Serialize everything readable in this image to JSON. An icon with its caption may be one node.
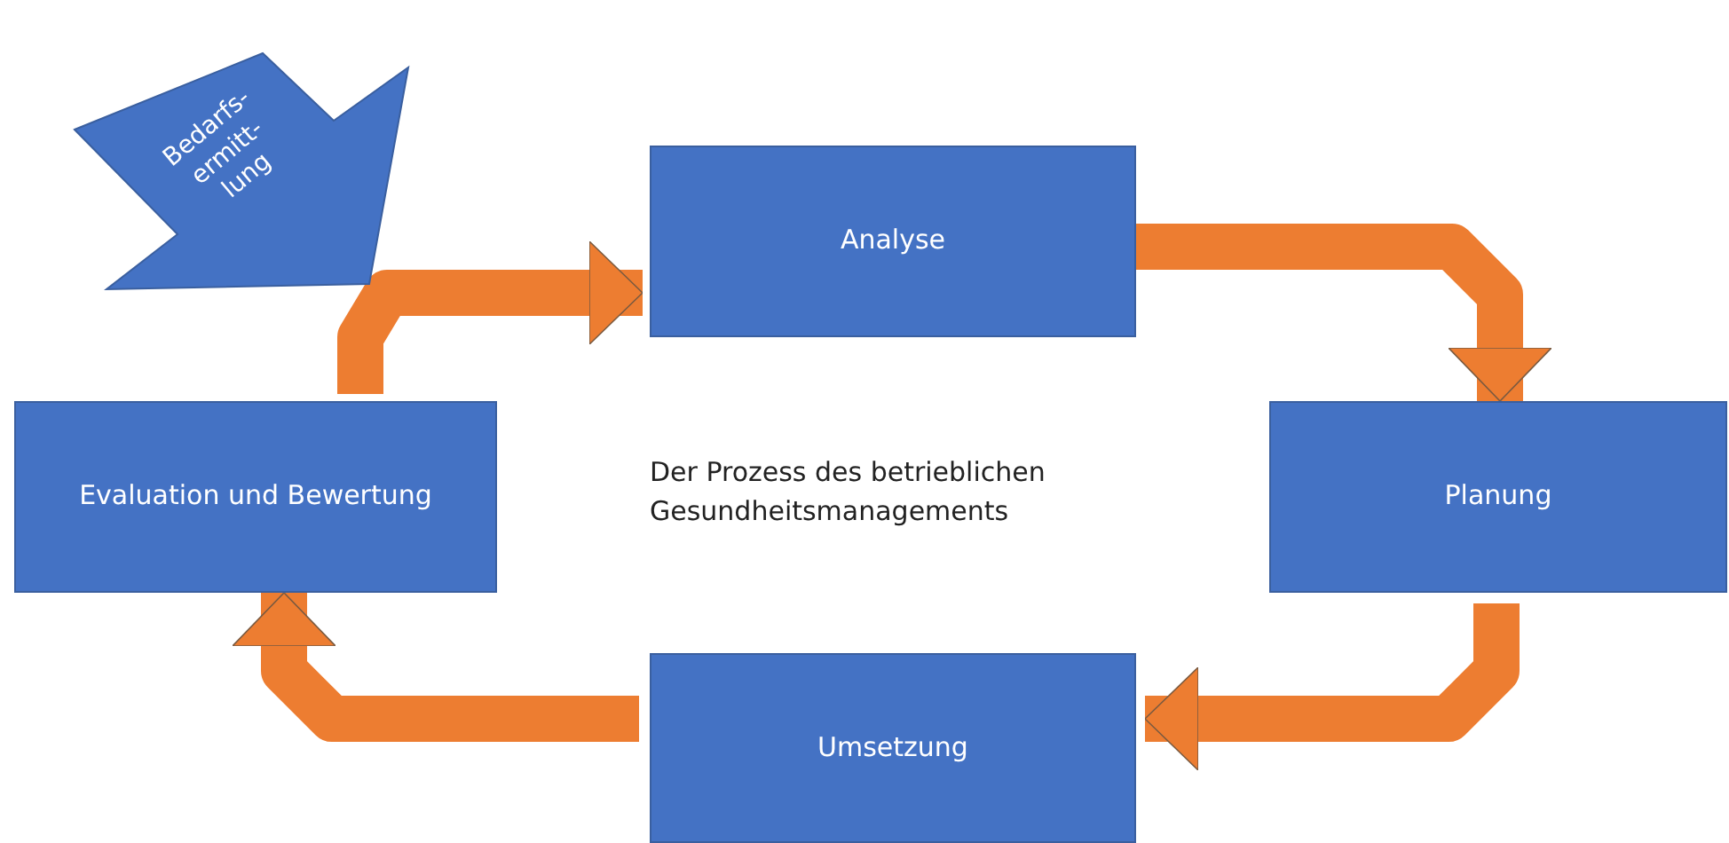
{
  "diagram": {
    "nodes": [
      {
        "text": [
          "Bedarfs- ermitt- lung"
        ]
      },
      {
        "text": [
          "Analyse"
        ]
      },
      {
        "text": [
          "Planung"
        ]
      },
      {
        "text": [
          "Umsetzung"
        ]
      },
      {
        "text": [
          "Evaluation und Bewertung"
        ]
      }
    ],
    "edges": [
      {
        "from": 1,
        "to": 2,
        "arrow": "to"
      },
      {
        "from": 2,
        "to": 3,
        "arrow": "to"
      },
      {
        "from": 3,
        "to": 4,
        "arrow": "to"
      },
      {
        "from": 4,
        "to": 1,
        "arrow": "to"
      }
    ],
    "labels": [
      "Der Prozess des betrieblichen Gesundheitsmanagements"
    ]
  }
}
